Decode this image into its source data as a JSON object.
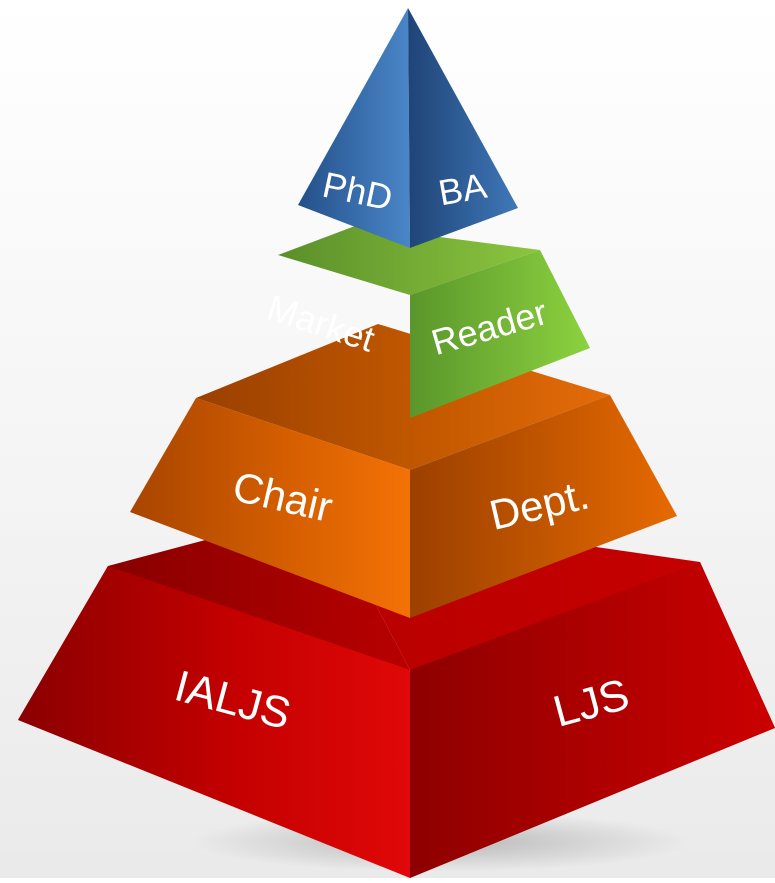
{
  "pyramid": {
    "tiers": [
      {
        "left_label": "IALJS",
        "right_label": "LJS"
      },
      {
        "left_label": "Chair",
        "right_label": "Dept."
      },
      {
        "left_label": "Market",
        "right_label": "Reader"
      },
      {
        "left_label": "PhD",
        "right_label": "BA"
      }
    ]
  },
  "colors": {
    "bottom_tier": "#c00000",
    "second_tier": "#e46c0a",
    "third_tier": "#77b843",
    "top_tier": "#3f78b8",
    "label_text": "#ffffff"
  }
}
